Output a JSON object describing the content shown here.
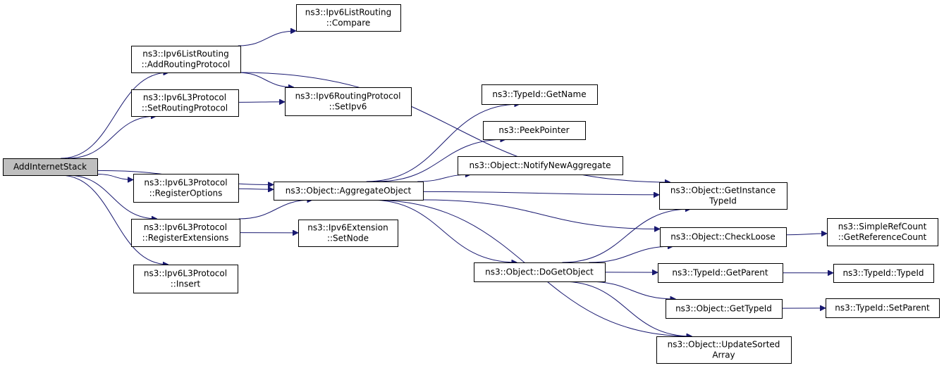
{
  "nodes": {
    "add_internet_stack": {
      "lines": [
        "AddInternetStack"
      ],
      "root": true
    },
    "list_routing_compare": {
      "lines": [
        "ns3::Ipv6ListRouting",
        "::Compare"
      ]
    },
    "list_routing_add": {
      "lines": [
        "ns3::Ipv6ListRouting",
        "::AddRoutingProtocol"
      ]
    },
    "l3_set_routing": {
      "lines": [
        "ns3::Ipv6L3Protocol",
        "::SetRoutingProtocol"
      ]
    },
    "routing_set_ipv6": {
      "lines": [
        "ns3::Ipv6RoutingProtocol",
        "::SetIpv6"
      ]
    },
    "typeid_getname": {
      "lines": [
        "ns3::TypeId::GetName"
      ]
    },
    "peek_pointer": {
      "lines": [
        "ns3::PeekPointer"
      ]
    },
    "notify_new_aggregate": {
      "lines": [
        "ns3::Object::NotifyNewAggregate"
      ]
    },
    "aggregate_object": {
      "lines": [
        "ns3::Object::AggregateObject"
      ]
    },
    "l3_register_options": {
      "lines": [
        "ns3::Ipv6L3Protocol",
        "::RegisterOptions"
      ]
    },
    "get_instance_typeid": {
      "lines": [
        "ns3::Object::GetInstance",
        "TypeId"
      ]
    },
    "l3_register_extensions": {
      "lines": [
        "ns3::Ipv6L3Protocol",
        "::RegisterExtensions"
      ]
    },
    "extension_set_node": {
      "lines": [
        "ns3::Ipv6Extension",
        "::SetNode"
      ]
    },
    "check_loose": {
      "lines": [
        "ns3::Object::CheckLoose"
      ]
    },
    "get_reference_count": {
      "lines": [
        "ns3::SimpleRefCount",
        "::GetReferenceCount"
      ]
    },
    "l3_insert": {
      "lines": [
        "ns3::Ipv6L3Protocol",
        "::Insert"
      ]
    },
    "do_get_object": {
      "lines": [
        "ns3::Object::DoGetObject"
      ]
    },
    "typeid_getparent": {
      "lines": [
        "ns3::TypeId::GetParent"
      ]
    },
    "typeid_typeid": {
      "lines": [
        "ns3::TypeId::TypeId"
      ]
    },
    "object_gettypeid": {
      "lines": [
        "ns3::Object::GetTypeId"
      ]
    },
    "typeid_setparent": {
      "lines": [
        "ns3::TypeId::SetParent"
      ]
    },
    "update_sorted_array": {
      "lines": [
        "ns3::Object::UpdateSorted",
        "Array"
      ]
    }
  },
  "edges": [
    [
      "add_internet_stack",
      "list_routing_add"
    ],
    [
      "add_internet_stack",
      "l3_set_routing"
    ],
    [
      "add_internet_stack",
      "aggregate_object"
    ],
    [
      "add_internet_stack",
      "l3_register_options"
    ],
    [
      "add_internet_stack",
      "l3_register_extensions"
    ],
    [
      "add_internet_stack",
      "l3_insert"
    ],
    [
      "list_routing_add",
      "list_routing_compare"
    ],
    [
      "list_routing_add",
      "routing_set_ipv6"
    ],
    [
      "list_routing_add",
      "get_instance_typeid"
    ],
    [
      "l3_set_routing",
      "routing_set_ipv6"
    ],
    [
      "l3_register_options",
      "aggregate_object"
    ],
    [
      "l3_register_extensions",
      "aggregate_object"
    ],
    [
      "l3_register_extensions",
      "extension_set_node"
    ],
    [
      "aggregate_object",
      "typeid_getname"
    ],
    [
      "aggregate_object",
      "peek_pointer"
    ],
    [
      "aggregate_object",
      "notify_new_aggregate"
    ],
    [
      "aggregate_object",
      "get_instance_typeid"
    ],
    [
      "aggregate_object",
      "check_loose"
    ],
    [
      "aggregate_object",
      "do_get_object"
    ],
    [
      "aggregate_object",
      "update_sorted_array"
    ],
    [
      "do_get_object",
      "get_instance_typeid"
    ],
    [
      "do_get_object",
      "check_loose"
    ],
    [
      "do_get_object",
      "typeid_getparent"
    ],
    [
      "do_get_object",
      "object_gettypeid"
    ],
    [
      "do_get_object",
      "update_sorted_array"
    ],
    [
      "check_loose",
      "get_reference_count"
    ],
    [
      "typeid_getparent",
      "typeid_typeid"
    ],
    [
      "object_gettypeid",
      "typeid_setparent"
    ]
  ],
  "colors": {
    "edge": "#191970",
    "root_fill": "#bfbfbf",
    "node_fill": "#ffffff",
    "border": "#000000"
  }
}
